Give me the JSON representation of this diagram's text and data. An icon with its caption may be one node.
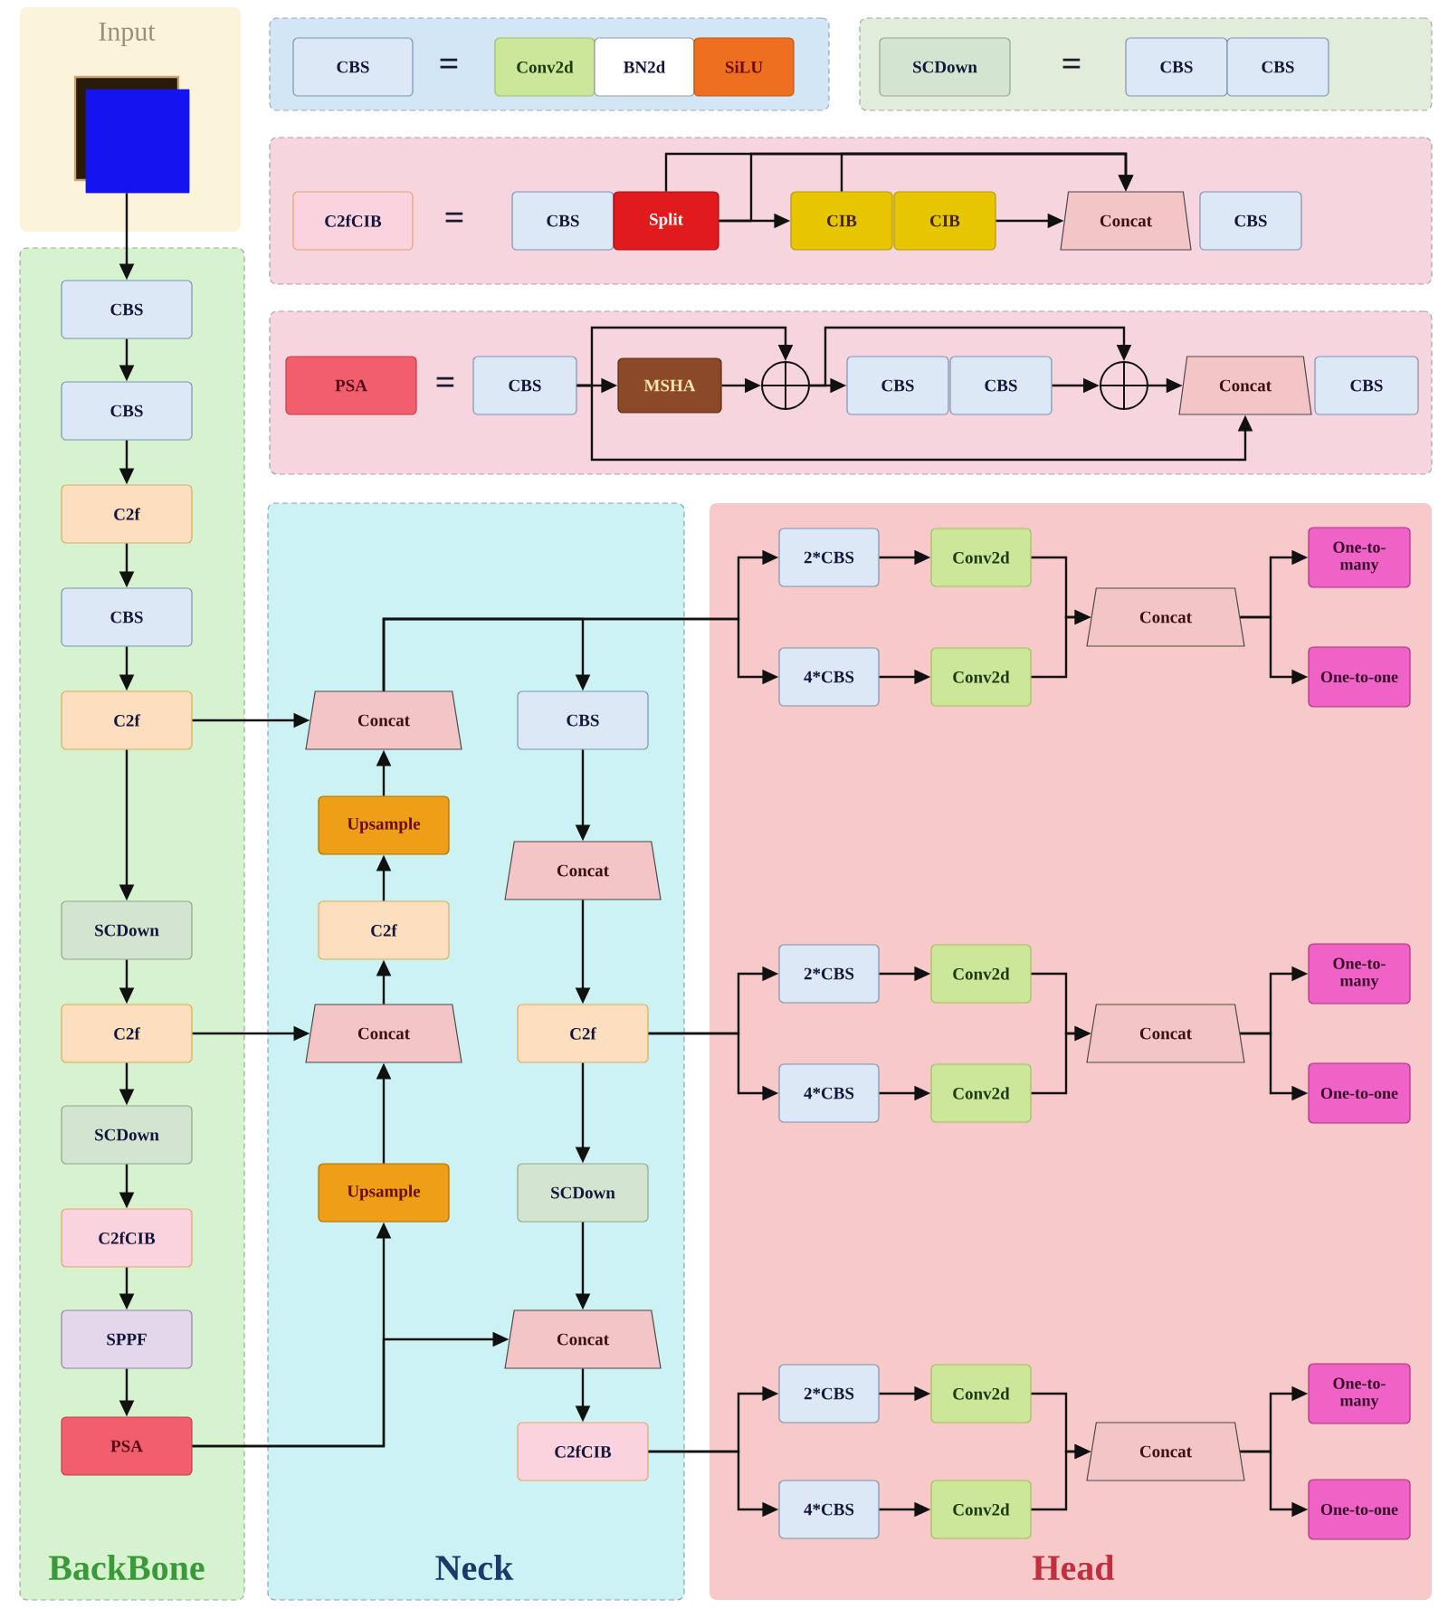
{
  "diagram": {
    "nodes": [
      {
        "text": [
          "Input"
        ]
      },
      {
        "text": [],
        "shape": "box",
        "in": 0
      },
      {
        "text": [],
        "shape": "box"
      },
      {
        "text": [
          "CBS"
        ],
        "in": 2
      },
      {
        "text": [
          "Conv2d"
        ],
        "in": 2
      },
      {
        "text": [
          "BN2d"
        ],
        "in": 2
      },
      {
        "text": [
          "SiLU"
        ],
        "in": 2
      },
      {
        "text": [],
        "shape": "box"
      },
      {
        "text": [
          "SCDown"
        ],
        "in": 7
      },
      {
        "text": [
          "CBS"
        ],
        "in": 7
      },
      {
        "text": [
          "CBS"
        ],
        "in": 7
      },
      {
        "text": [],
        "shape": "box"
      },
      {
        "text": [
          "C2fCIB"
        ],
        "in": 11
      },
      {
        "text": [
          "CBS"
        ],
        "in": 11
      },
      {
        "text": [
          "Split"
        ],
        "in": 11
      },
      {
        "text": [
          "CIB"
        ],
        "in": 11
      },
      {
        "text": [
          "CIB"
        ],
        "in": 11
      },
      {
        "text": [
          "Concat"
        ],
        "in": 11
      },
      {
        "text": [
          "CBS"
        ],
        "in": 11
      },
      {
        "text": [],
        "shape": "box"
      },
      {
        "text": [
          "PSA"
        ],
        "in": 19
      },
      {
        "text": [
          "CBS"
        ],
        "in": 19
      },
      {
        "text": [
          "MSHA"
        ],
        "in": 19
      },
      {
        "text": [],
        "shape": "circle",
        "in": 19
      },
      {
        "text": [
          "CBS"
        ],
        "in": 19
      },
      {
        "text": [
          "CBS"
        ],
        "in": 19
      },
      {
        "text": [],
        "shape": "circle",
        "in": 19
      },
      {
        "text": [
          "Concat"
        ],
        "in": 19
      },
      {
        "text": [
          "CBS"
        ],
        "in": 19
      },
      {
        "text": [
          "BackBone"
        ]
      },
      {
        "text": [
          "CBS"
        ],
        "in": 29
      },
      {
        "text": [
          "CBS"
        ],
        "in": 29
      },
      {
        "text": [
          "C2f"
        ],
        "in": 29
      },
      {
        "text": [
          "CBS"
        ],
        "in": 29
      },
      {
        "text": [
          "C2f"
        ],
        "in": 29
      },
      {
        "text": [
          "SCDown"
        ],
        "in": 29
      },
      {
        "text": [
          "C2f"
        ],
        "in": 29
      },
      {
        "text": [
          "SCDown"
        ],
        "in": 29
      },
      {
        "text": [
          "C2fCIB"
        ],
        "in": 29
      },
      {
        "text": [
          "SPPF"
        ],
        "in": 29
      },
      {
        "text": [
          "PSA"
        ],
        "in": 29
      },
      {
        "text": [
          "Neck"
        ]
      },
      {
        "text": [
          "Concat"
        ],
        "in": 41
      },
      {
        "text": [
          "CBS"
        ],
        "in": 41
      },
      {
        "text": [
          "Upsample"
        ],
        "in": 41
      },
      {
        "text": [
          "Concat"
        ],
        "in": 41
      },
      {
        "text": [
          "C2f"
        ],
        "in": 41
      },
      {
        "text": [
          "Concat"
        ],
        "in": 41
      },
      {
        "text": [
          "C2f"
        ],
        "in": 41
      },
      {
        "text": [
          "Upsample"
        ],
        "in": 41
      },
      {
        "text": [
          "SCDown"
        ],
        "in": 41
      },
      {
        "text": [
          "Concat"
        ],
        "in": 41
      },
      {
        "text": [
          "C2fCIB"
        ],
        "in": 41
      },
      {
        "text": [
          "Head"
        ]
      },
      {
        "text": [
          "2*CBS"
        ],
        "in": 53
      },
      {
        "text": [
          "Conv2d"
        ],
        "in": 53
      },
      {
        "text": [
          "One-to-many"
        ],
        "in": 53
      },
      {
        "text": [
          "Concat"
        ],
        "in": 53
      },
      {
        "text": [
          "4*CBS"
        ],
        "in": 53
      },
      {
        "text": [
          "Conv2d"
        ],
        "in": 53
      },
      {
        "text": [
          "One-to-one"
        ],
        "in": 53
      },
      {
        "text": [
          "2*CBS"
        ],
        "in": 53
      },
      {
        "text": [
          "Conv2d"
        ],
        "in": 53
      },
      {
        "text": [
          "One-to-many"
        ],
        "in": 53
      },
      {
        "text": [
          "Concat"
        ],
        "in": 53
      },
      {
        "text": [
          "4*CBS"
        ],
        "in": 53
      },
      {
        "text": [
          "Conv2d"
        ],
        "in": 53
      },
      {
        "text": [
          "One-to-one"
        ],
        "in": 53
      },
      {
        "text": [
          "2*CBS"
        ],
        "in": 53
      },
      {
        "text": [
          "Conv2d"
        ],
        "in": 53
      },
      {
        "text": [
          "One-to-many"
        ],
        "in": 53
      },
      {
        "text": [
          "Concat"
        ],
        "in": 53
      },
      {
        "text": [
          "4*CBS"
        ],
        "in": 53
      },
      {
        "text": [
          "Conv2d"
        ],
        "in": 53
      },
      {
        "text": [
          "One-to-one"
        ],
        "in": 53
      }
    ],
    "edges": [
      {
        "from": 14,
        "to": 15,
        "arrow": "to"
      },
      {
        "from": 14,
        "to": 17,
        "arrow": "to"
      },
      {
        "from": 14,
        "to": 17,
        "arrow": "to"
      },
      {
        "from": 15,
        "to": 17,
        "arrow": "to"
      },
      {
        "from": 16,
        "to": 17,
        "arrow": "to"
      },
      {
        "from": 21,
        "to": 22,
        "arrow": "to"
      },
      {
        "from": 21,
        "to": 23,
        "arrow": "to"
      },
      {
        "from": 21,
        "to": 27,
        "arrow": "to"
      },
      {
        "from": 22,
        "to": 23,
        "arrow": "to"
      },
      {
        "from": 23,
        "to": 24,
        "arrow": "to"
      },
      {
        "from": 23,
        "to": 26,
        "arrow": "to"
      },
      {
        "from": 25,
        "to": 26,
        "arrow": "to"
      },
      {
        "from": 26,
        "to": 27,
        "arrow": "to"
      },
      {
        "from": 1,
        "to": 30,
        "arrow": "to"
      },
      {
        "from": 30,
        "to": 31,
        "arrow": "to"
      },
      {
        "from": 31,
        "to": 32,
        "arrow": "to"
      },
      {
        "from": 32,
        "to": 33,
        "arrow": "to"
      },
      {
        "from": 33,
        "to": 34,
        "arrow": "to"
      },
      {
        "from": 34,
        "to": 35,
        "arrow": "to"
      },
      {
        "from": 35,
        "to": 36,
        "arrow": "to"
      },
      {
        "from": 36,
        "to": 37,
        "arrow": "to"
      },
      {
        "from": 37,
        "to": 38,
        "arrow": "to"
      },
      {
        "from": 38,
        "to": 39,
        "arrow": "to"
      },
      {
        "from": 39,
        "to": 40,
        "arrow": "to"
      },
      {
        "from": 34,
        "to": 42,
        "arrow": "to"
      },
      {
        "from": 36,
        "to": 47,
        "arrow": "to"
      },
      {
        "from": 40,
        "to": 49,
        "arrow": "to"
      },
      {
        "from": 40,
        "to": 51,
        "arrow": "to"
      },
      {
        "from": 49,
        "to": 47,
        "arrow": "to"
      },
      {
        "from": 47,
        "to": 46,
        "arrow": "to"
      },
      {
        "from": 46,
        "to": 44,
        "arrow": "to"
      },
      {
        "from": 44,
        "to": 42,
        "arrow": "to"
      },
      {
        "from": 42,
        "to": 43,
        "arrow": "to"
      },
      {
        "from": 42,
        "to": 54,
        "arrow": "to"
      },
      {
        "from": 42,
        "to": 58,
        "arrow": "to"
      },
      {
        "from": 43,
        "to": 45,
        "arrow": "to"
      },
      {
        "from": 45,
        "to": 48,
        "arrow": "to"
      },
      {
        "from": 48,
        "to": 61,
        "arrow": "to"
      },
      {
        "from": 48,
        "to": 65,
        "arrow": "to"
      },
      {
        "from": 48,
        "to": 50,
        "arrow": "to"
      },
      {
        "from": 50,
        "to": 51,
        "arrow": "to"
      },
      {
        "from": 51,
        "to": 52,
        "arrow": "to"
      },
      {
        "from": 52,
        "to": 68,
        "arrow": "to"
      },
      {
        "from": 52,
        "to": 72,
        "arrow": "to"
      },
      {
        "from": 54,
        "to": 55,
        "arrow": "to"
      },
      {
        "from": 58,
        "to": 59,
        "arrow": "to"
      },
      {
        "from": 55,
        "to": 57,
        "arrow": "to"
      },
      {
        "from": 59,
        "to": 57,
        "arrow": "to"
      },
      {
        "from": 57,
        "to": 56,
        "arrow": "to"
      },
      {
        "from": 57,
        "to": 60,
        "arrow": "to"
      },
      {
        "from": 61,
        "to": 62,
        "arrow": "to"
      },
      {
        "from": 65,
        "to": 66,
        "arrow": "to"
      },
      {
        "from": 62,
        "to": 64,
        "arrow": "to"
      },
      {
        "from": 66,
        "to": 64,
        "arrow": "to"
      },
      {
        "from": 64,
        "to": 63,
        "arrow": "to"
      },
      {
        "from": 64,
        "to": 67,
        "arrow": "to"
      },
      {
        "from": 68,
        "to": 69,
        "arrow": "to"
      },
      {
        "from": 72,
        "to": 73,
        "arrow": "to"
      },
      {
        "from": 69,
        "to": 71,
        "arrow": "to"
      },
      {
        "from": 73,
        "to": 71,
        "arrow": "to"
      },
      {
        "from": 71,
        "to": 70,
        "arrow": "to"
      },
      {
        "from": 71,
        "to": 74,
        "arrow": "to"
      }
    ],
    "labels": [
      "=",
      "=",
      "=",
      "="
    ]
  }
}
